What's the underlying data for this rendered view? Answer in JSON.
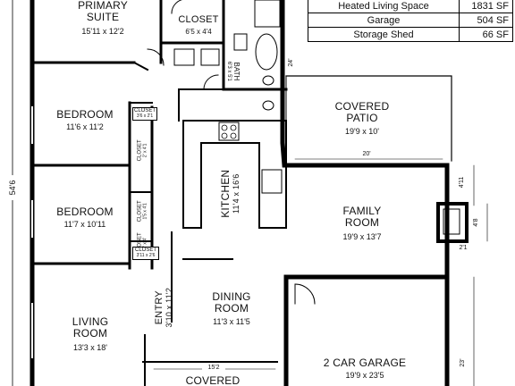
{
  "area_table": [
    {
      "label": "Heated Living Space",
      "value": "1831 SF"
    },
    {
      "label": "Garage",
      "value": "504 SF"
    },
    {
      "label": "Storage Shed",
      "value": "66 SF"
    }
  ],
  "rooms": {
    "primary_suite": {
      "name_line1": "PRIMARY",
      "name_line2": "SUITE",
      "size": "15'11 x 12'2"
    },
    "closet_top": {
      "name": "CLOSET",
      "size": "6'5 x 4'4"
    },
    "bath": {
      "name": "BATH",
      "size": "6'3 x 5'1"
    },
    "bedroom1": {
      "name": "BEDROOM",
      "size": "11'6 x 11'2"
    },
    "bedroom2": {
      "name": "BEDROOM",
      "size": "11'7 x 10'11"
    },
    "kitchen": {
      "name": "KITCHEN",
      "size": "11'4 x 16'6"
    },
    "covered_patio": {
      "name_line1": "COVERED",
      "name_line2": "PATIO",
      "size": "19'9 x 10'"
    },
    "family_room": {
      "name_line1": "FAMILY",
      "name_line2": "ROOM",
      "size": "19'9 x 13'7"
    },
    "entry": {
      "name": "ENTRY",
      "size": "3'10 x 11'2"
    },
    "dining_room": {
      "name_line1": "DINING",
      "name_line2": "ROOM",
      "size": "11'3 x 11'5"
    },
    "living_room": {
      "name_line1": "LIVING",
      "name_line2": "ROOM",
      "size": "13'3 x 18'"
    },
    "garage": {
      "name": "2 CAR GARAGE",
      "size": "19'9 x 23'5"
    },
    "covered_porch": {
      "name": "COVERED"
    }
  },
  "closets": {
    "c1": {
      "name": "CLOSET",
      "size": "3'6 x 2'1"
    },
    "c2": {
      "name": "CLOSET",
      "size": "2' x 4'1"
    },
    "c3": {
      "name": "CLOSET",
      "size": "1'5 x 4'1"
    },
    "c4": {
      "name": "CLOSET",
      "size": "2' x 4'"
    },
    "c5": {
      "name": "CLOSET",
      "size": "3'11 x 2'6"
    }
  },
  "dimensions": {
    "overall_left": "54'6",
    "patio_depth": "24'",
    "patio_width": "20'",
    "fireplace_side": "4'11",
    "fireplace_width": "4'8",
    "fireplace_bottom": "2'1",
    "garage_depth": "23'",
    "porch_width": "15'2"
  }
}
